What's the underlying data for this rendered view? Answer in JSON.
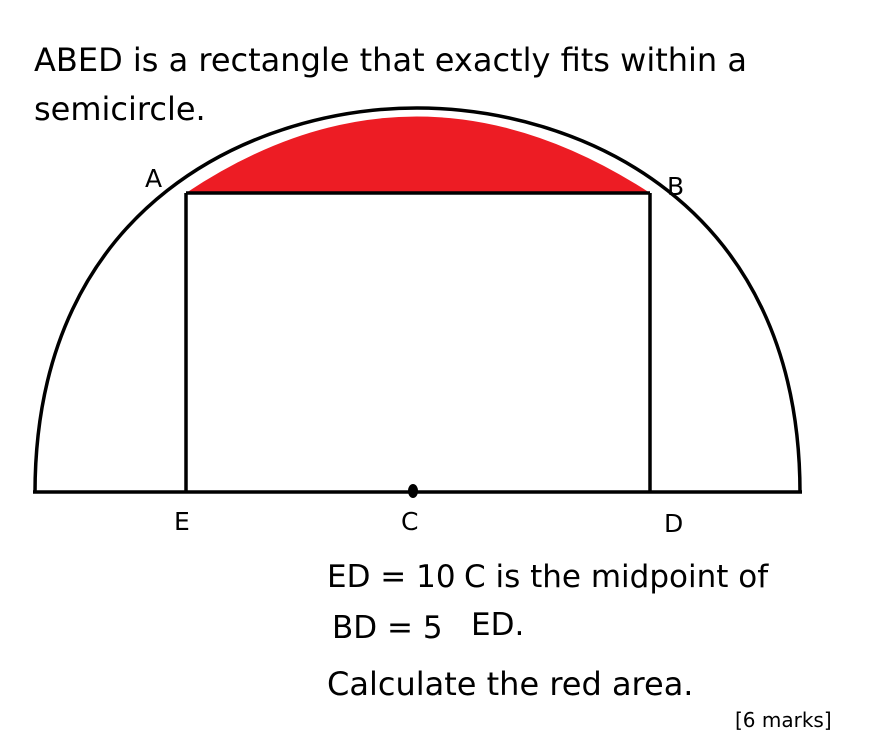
{
  "question": {
    "line1": "ABED is a rectangle that exactly fits within a",
    "line2": "semicircle."
  },
  "diagram": {
    "points": {
      "A": "A",
      "B": "B",
      "E": "E",
      "C": "C",
      "D": "D"
    },
    "colors": {
      "segment_fill": "#ed1c24",
      "stroke": "#000000"
    }
  },
  "given": {
    "ed": "ED = 10",
    "bd": "BD = 5",
    "c_line1": "C is the midpoint of",
    "c_line2": "ED."
  },
  "task": "Calculate the red area.",
  "marks": "[6 marks]"
}
